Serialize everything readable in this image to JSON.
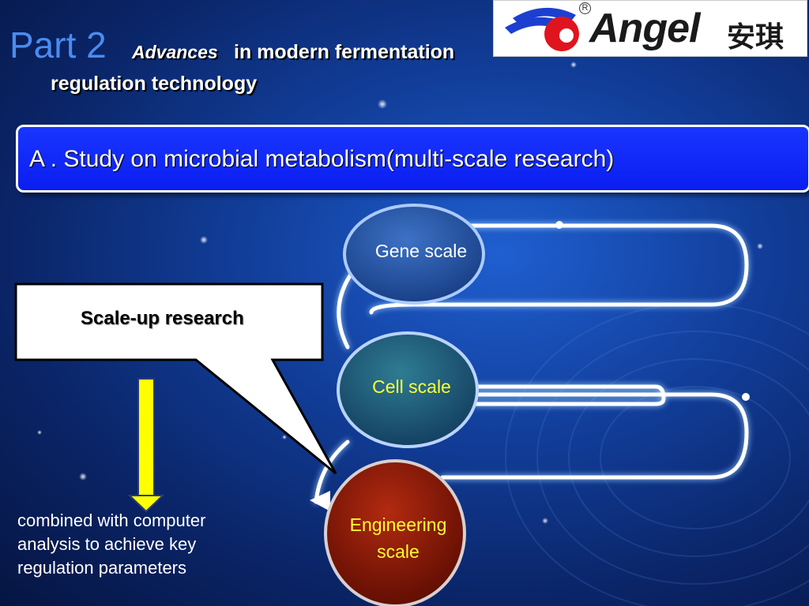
{
  "title": {
    "part": "Part 2",
    "emphasis": "Advances",
    "rest": "in modern fermentation",
    "line2": "regulation technology"
  },
  "logo": {
    "brand": "Angel",
    "chinese": "安琪",
    "registered": "R"
  },
  "banner": {
    "text": "A . Study on microbial metabolism(multi-scale research)"
  },
  "diagram": {
    "scales": [
      {
        "label": "Gene scale",
        "color": "#ffffff",
        "fill": "#234f9c"
      },
      {
        "label": "Cell scale",
        "color": "#ffff33",
        "fill": "#1f5f7a"
      },
      {
        "label_line1": "Engineering",
        "label_line2": "scale",
        "color": "#ffff33",
        "fill": "#8a1a08"
      }
    ],
    "callout": "Scale-up research",
    "arrow_color": "#ffff00",
    "result_text": "combined with computer analysis to achieve key regulation parameters"
  }
}
